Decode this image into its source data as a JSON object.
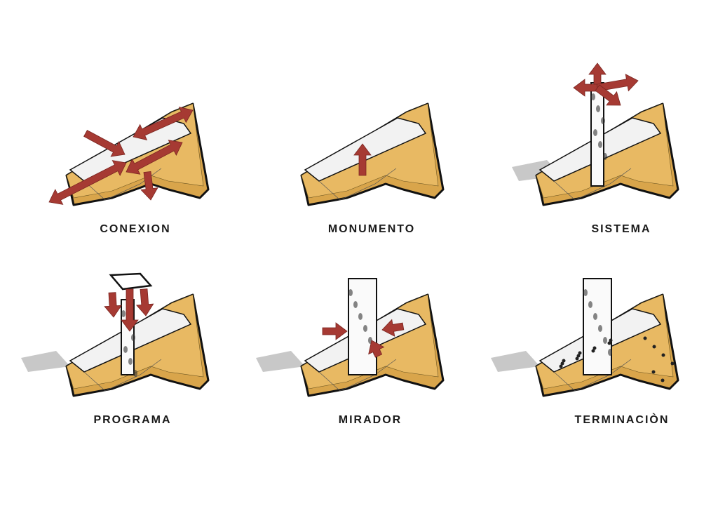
{
  "panels": [
    {
      "label": "CONEXION",
      "stage": "conexion"
    },
    {
      "label": "MONUMENTO",
      "stage": "monumento"
    },
    {
      "label": "SISTEMA",
      "stage": "sistema"
    },
    {
      "label": "PROGRAMA",
      "stage": "programa"
    },
    {
      "label": "MIRADOR",
      "stage": "mirador"
    },
    {
      "label": "TERMINACIÒN",
      "stage": "terminacion"
    }
  ],
  "colors": {
    "land": "#e8b963",
    "land_side": "#d9a54b",
    "arrow": "#a63a33",
    "slab": "#f2f2f2",
    "shadow": "#c8c8c8",
    "outline": "#111111"
  }
}
